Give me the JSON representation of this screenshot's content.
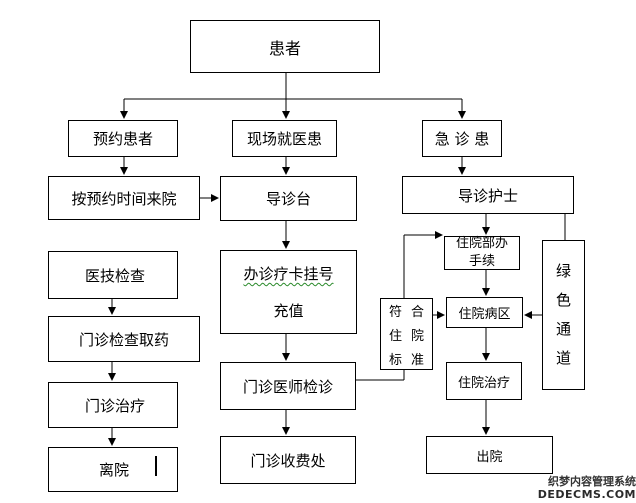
{
  "diagram": {
    "root": "患者",
    "branches": {
      "appointment": "预约患者",
      "onsite": "现场就医患",
      "emergency": "急 诊 患"
    },
    "nodes": {
      "arrive_on_time": "按预约时间来院",
      "guide_desk": "导诊台",
      "guide_nurse": "导诊护士",
      "medical_tech": "医技检查",
      "card_line1": "办诊疗卡挂号",
      "card_line2": "充值",
      "outpatient_pharmacy": "门诊检查取药",
      "outpatient_doctor": "门诊医师检诊",
      "outpatient_treatment": "门诊治疗",
      "outpatient_cashier": "门诊收费处",
      "discharge_left": "离院",
      "admission_line1": "住院部办",
      "admission_line2": "手续",
      "ward": "住院病区",
      "inpatient_treatment": "住院治疗",
      "discharge_right": "出院",
      "green_channel": [
        "绿",
        "色",
        "通",
        "道"
      ],
      "criteria": [
        "符",
        "合",
        "住",
        "院",
        "标",
        "准"
      ]
    }
  },
  "watermark": {
    "line1": "织梦内容管理系统",
    "line2": "DEDECMS.COM"
  }
}
